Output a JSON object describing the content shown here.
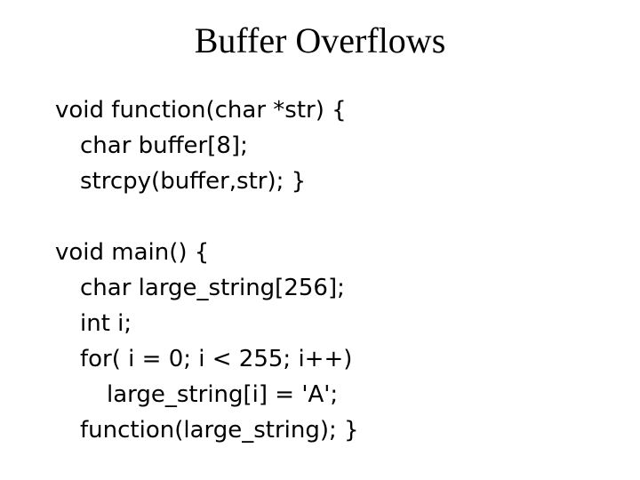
{
  "slide": {
    "title": "Buffer Overflows",
    "text_color": "#000000",
    "background_color": "#ffffff"
  },
  "code": {
    "function_block": {
      "line1": "void function(char *str) {",
      "line2": "char buffer[8];",
      "line3": "strcpy(buffer,str); }"
    },
    "main_block": {
      "line1": "void main() {",
      "line2": "char large_string[256];",
      "line3": "int i;",
      "line4": "for( i = 0; i < 255; i++)",
      "line5": "large_string[i] = 'A';",
      "line6": "function(large_string); }"
    }
  }
}
